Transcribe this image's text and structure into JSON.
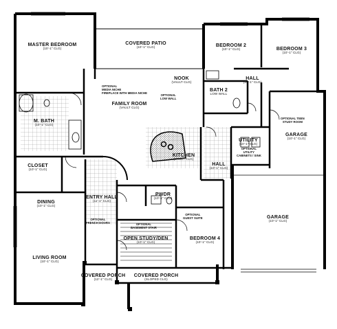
{
  "rooms": {
    "master_bedroom": {
      "name": "MASTER BEDROOM",
      "dim": "(10'-1\" CLG)"
    },
    "covered_patio": {
      "name": "COVERED PATIO",
      "dim": "(10'-1\" CLG)"
    },
    "bedroom_2": {
      "name": "BEDROOM 2",
      "dim": "(10'-1\" CLG)"
    },
    "bedroom_3": {
      "name": "BEDROOM 3",
      "dim": "(10'-1\" CLG)"
    },
    "nook": {
      "name": "NOOK",
      "dim": "(VAULT CLG)"
    },
    "hall_upper": {
      "name": "HALL",
      "dim": "(10'-1\" CLG)"
    },
    "bath_2": {
      "name": "BATH 2",
      "dim": "LOW WALL"
    },
    "family_room": {
      "name": "FAMILY ROOM",
      "dim": "(VAULT CLG)"
    },
    "m_bath": {
      "name": "M. BATH",
      "dim": "(10'-1\" CLG)"
    },
    "kitchen": {
      "name": "KITCHEN",
      "dim": "(VAULT CLG)"
    },
    "utility": {
      "name": "UTILITY",
      "dim": "(10'-1\" CLG)"
    },
    "garage_upper": {
      "name": "GARAGE",
      "dim": "(10'-1\" CLG)"
    },
    "closet": {
      "name": "CLOSET",
      "dim": "(10'-1\" CLG)"
    },
    "hall_lower": {
      "name": "HALL",
      "dim": "(10'-1\" CLG)"
    },
    "dining": {
      "name": "DINING",
      "dim": "(10'-1\" CLG)"
    },
    "entry_hall": {
      "name": "ENTRY HALL",
      "dim": "(11'-1\" CLG)"
    },
    "pwdr": {
      "name": "PWDR",
      "dim": "(10'-1\" CLG)"
    },
    "garage_lower": {
      "name": "GARAGE",
      "dim": "(10'-1\" CLG)"
    },
    "open_study": {
      "name": "OPEN STUDY/DEN",
      "dim": "(10'-1\" CLG)"
    },
    "bedroom_4": {
      "name": "BEDROOM 4",
      "dim": "(10'-1\" CLG)"
    },
    "living_room": {
      "name": "LIVING ROOM",
      "dim": "(10'-1\" CLG)"
    },
    "covered_porch_1": {
      "name": "COVERED PORCH",
      "dim": "(12'-1\" CLG)"
    },
    "covered_porch_2": {
      "name": "COVERED PORCH",
      "dim": "(SLOPED CLG)"
    }
  },
  "notes": {
    "media_niche": "OPTIONAL\nMEDIA NICHE\nFIREPLACE WITH MEDIA NICHE",
    "low_wall": "OPTIONAL\nLOW WALL",
    "teen_study": "OPTIONAL TEEN\nSTUDY ROOM",
    "utility_cabinets": "OPTIONAL\nUTILITY\nCABINETS / SINK",
    "french_doors": "OPTIONAL\nFRENCH DOORS",
    "basement_stair": "OPTIONAL\nBASEMENT STAIR",
    "guest_suite": "OPTIONAL\nGUEST SUITE"
  }
}
